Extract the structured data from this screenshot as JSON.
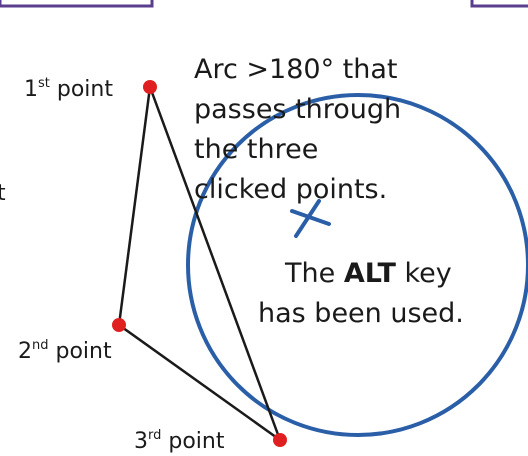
{
  "colors": {
    "arc": "#2a5fa8",
    "center_mark": "#2a5fa8",
    "point": "#e02020",
    "lines": "#1a1a1a",
    "panel_border": "#5a3d8c"
  },
  "points": [
    {
      "label_num": "1",
      "label_sup": "st",
      "label_word": "point"
    },
    {
      "label_num": "2",
      "label_sup": "nd",
      "label_word": "point"
    },
    {
      "label_num": "3",
      "label_sup": "rd",
      "label_word": "point"
    }
  ],
  "fragment_letter": "t",
  "caption_arc": [
    "Arc >180° that",
    "passes through",
    "the three",
    "clicked points."
  ],
  "caption_key": {
    "line1_before": "The ",
    "line1_bold": "ALT",
    "line1_after": " key",
    "line2": "has been used."
  },
  "icons": {
    "center": "center-cross-icon"
  }
}
